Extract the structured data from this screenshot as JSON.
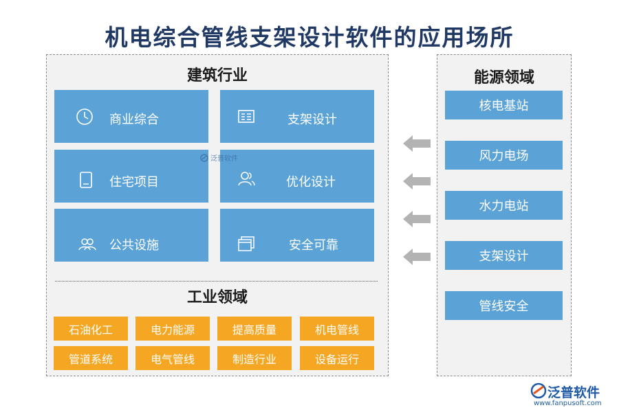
{
  "title": "机电综合管线支架设计软件的应用场所",
  "building": {
    "title": "建筑行业",
    "cards": [
      {
        "label": "商业综合",
        "icon": "clock-icon"
      },
      {
        "label": "支架设计",
        "icon": "list-card-icon"
      },
      {
        "label": "住宅项目",
        "icon": "document-icon"
      },
      {
        "label": "优化设计",
        "icon": "user-icon"
      },
      {
        "label": "公共设施",
        "icon": "users-icon"
      },
      {
        "label": "安全可靠",
        "icon": "stack-pages-icon"
      }
    ]
  },
  "industry": {
    "title": "工业领域",
    "items": [
      "石油化工",
      "电力能源",
      "提高质量",
      "机电管线",
      "管道系统",
      "电气管线",
      "制造行业",
      "设备运行"
    ]
  },
  "energy": {
    "title": "能源领域",
    "items": [
      "核电基站",
      "风力电场",
      "水力电站",
      "支架设计",
      "管线安全"
    ]
  },
  "watermark": "泛普软件",
  "logo": {
    "name": "泛普软件",
    "url": "www.fanpusoft.com"
  },
  "colors": {
    "blue": "#5ba3d7",
    "orange": "#f5a623",
    "title": "#1f3864",
    "arrow": "#b3b3b3"
  }
}
